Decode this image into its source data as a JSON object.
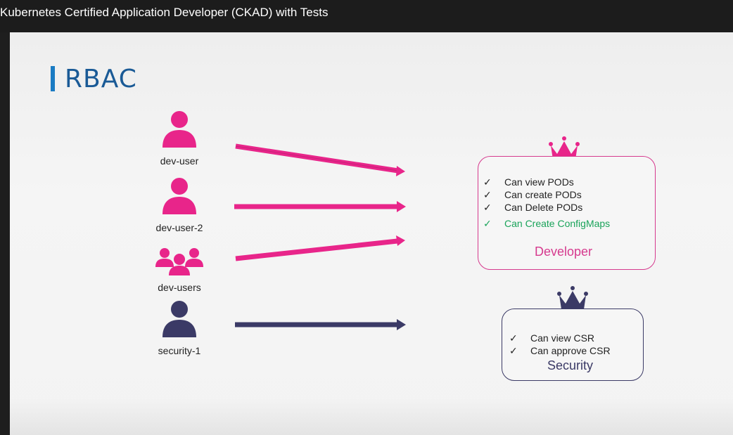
{
  "window": {
    "title": "Kubernetes Certified Application Developer (CKAD) with Tests"
  },
  "slide": {
    "title": "RBAC",
    "colors": {
      "pink": "#e8258a",
      "navy": "#3b3a66",
      "title_blue": "#1a5a96",
      "green": "#1aa35a"
    },
    "users": [
      {
        "label": "dev-user",
        "icon": "user-icon"
      },
      {
        "label": "dev-user-2",
        "icon": "user-icon"
      },
      {
        "label": "dev-users",
        "icon": "user-group-icon"
      },
      {
        "label": "security-1",
        "icon": "user-icon"
      }
    ],
    "roles": {
      "developer": {
        "name": "Developer",
        "icon": "crown-icon",
        "permissions": [
          {
            "check": "✓",
            "text": "Can view PODs"
          },
          {
            "check": "✓",
            "text": "Can create PODs"
          },
          {
            "check": "✓",
            "text": "Can Delete PODs"
          },
          {
            "check": "✓",
            "text": "Can Create ConfigMaps"
          }
        ]
      },
      "security": {
        "name": "Security",
        "icon": "crown-icon",
        "permissions": [
          {
            "check": "✓",
            "text": "Can view CSR"
          },
          {
            "check": "✓",
            "text": "Can approve CSR"
          }
        ]
      }
    }
  }
}
